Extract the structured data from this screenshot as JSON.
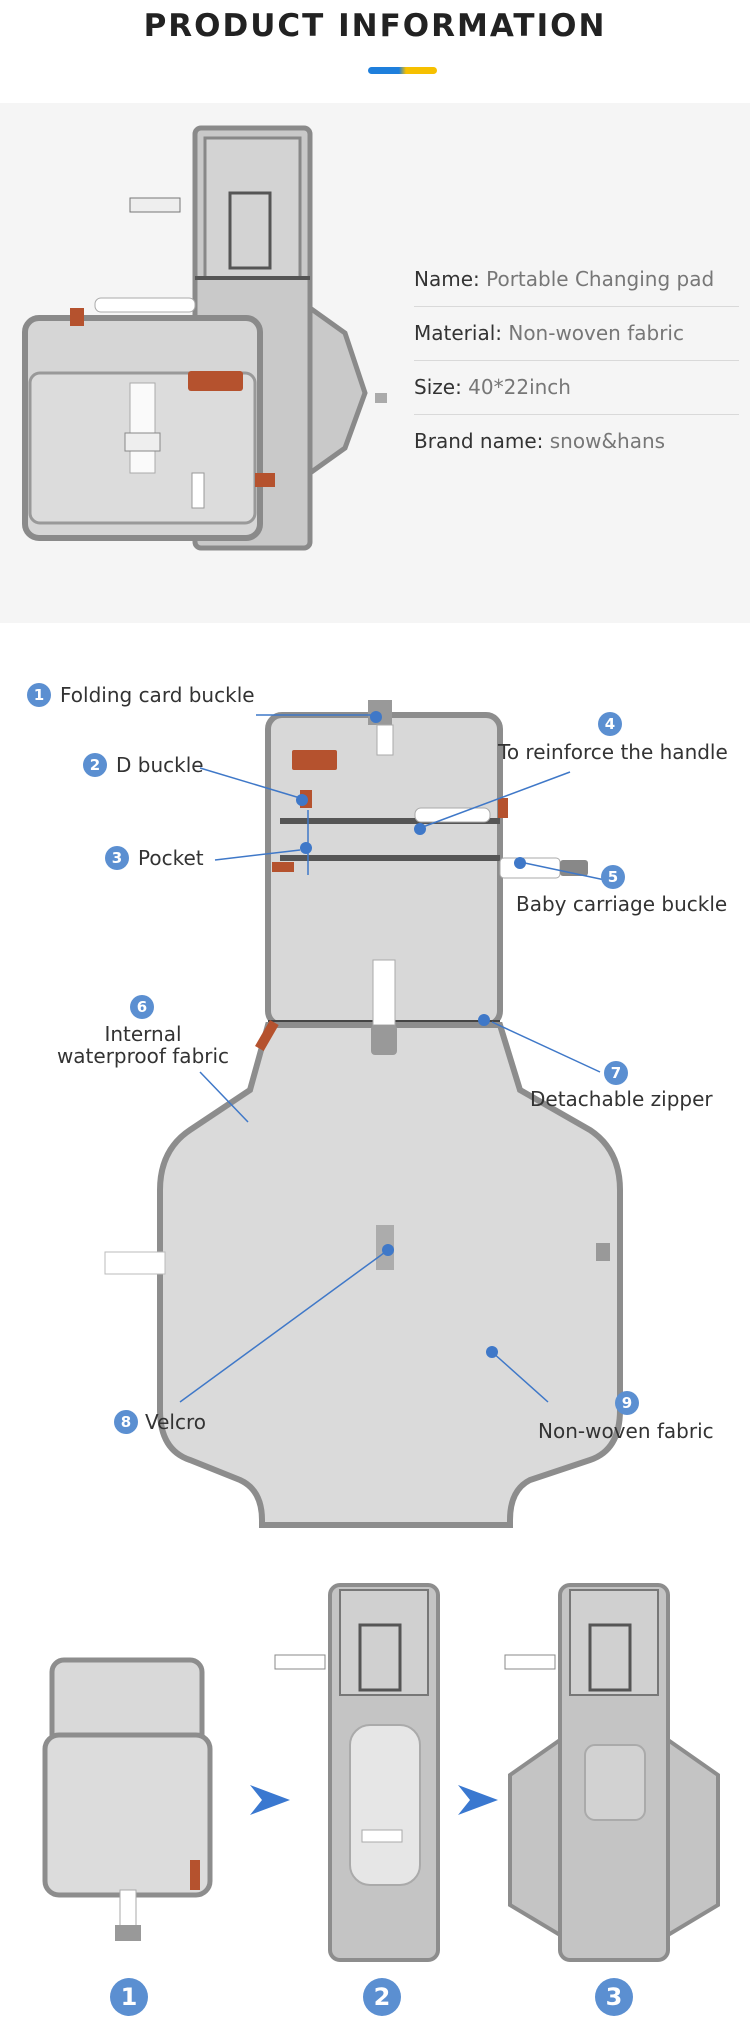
{
  "header": {
    "title": "PRODUCT  INFORMATION"
  },
  "info": [
    {
      "key": "Name",
      "sep": ":",
      "value": "Portable Changing pad"
    },
    {
      "key": "Material",
      "sep": ":",
      "value": "Non-woven fabric"
    },
    {
      "key": "Size",
      "sep": ":",
      "value": "40*22inch"
    },
    {
      "key": "Brand name",
      "sep": ":",
      "value": "snow&hans"
    }
  ],
  "callouts": [
    {
      "n": "1",
      "text": "Folding card buckle"
    },
    {
      "n": "2",
      "text": "D buckle"
    },
    {
      "n": "3",
      "text": "Pocket"
    },
    {
      "n": "4",
      "text": "To reinforce the handle"
    },
    {
      "n": "5",
      "text": "Baby carriage buckle"
    },
    {
      "n": "6",
      "text": "Internal waterproof fabric"
    },
    {
      "n": "7",
      "text": "Detachable zipper"
    },
    {
      "n": "8",
      "text": "Velcro"
    },
    {
      "n": "9",
      "text": "Non-woven fabric"
    }
  ],
  "steps": [
    "1",
    "2",
    "3"
  ],
  "colors": {
    "accent_blue": "#5b8fd1",
    "accent_yellow": "#f6c000",
    "pad_gray": "#bdbdbd",
    "strap_brown": "#b5522e"
  }
}
